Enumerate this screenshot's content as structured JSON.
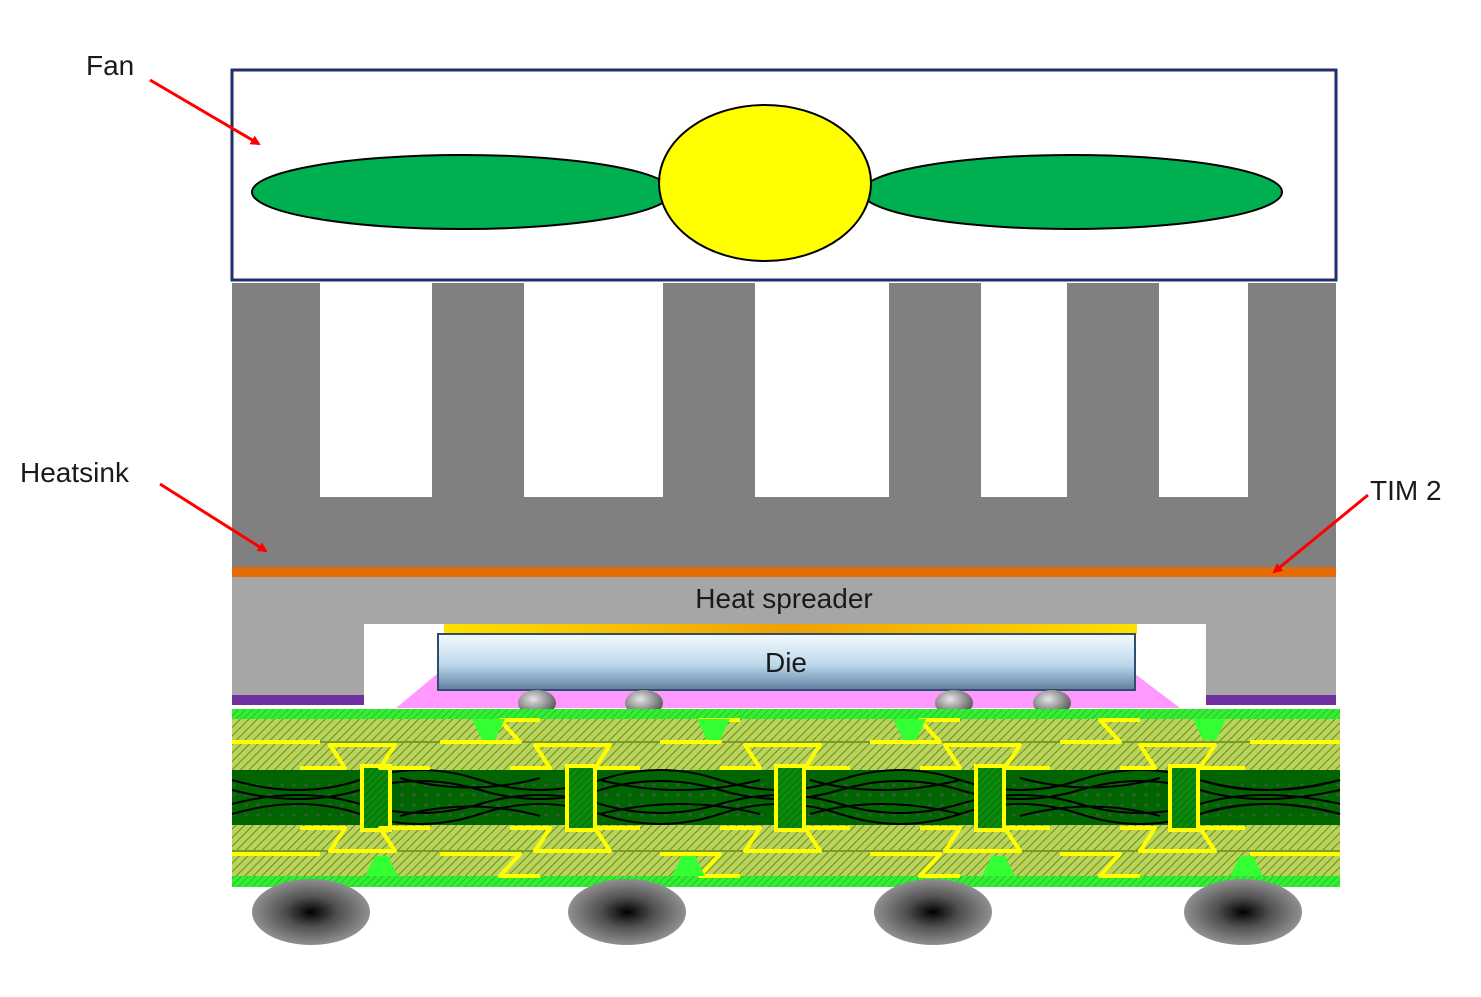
{
  "labels": {
    "fan": "Fan",
    "heatsink": "Heatsink",
    "tim2": "TIM 2",
    "heat_spreader": "Heat spreader",
    "die": "Die"
  },
  "colors": {
    "fan_frame": "#1f2f6b",
    "fan_blade": "#00b050",
    "fan_hub": "#ffff00",
    "heatsink": "#808080",
    "tim2": "#e36c09",
    "heat_spreader": "#a6a6a6",
    "die_top": "#f5fbff",
    "die_mid": "#bcd8ec",
    "die_dark": "#2f4e6e",
    "tim1": "#ffc000",
    "underfill": "#ff99ff",
    "sealant": "#7030a0",
    "substrate_light": "#92d050",
    "substrate_bright": "#33ff33",
    "substrate_core": "#006400",
    "trace": "#ffff00",
    "bga_ball": "#808080",
    "arrow": "#ff0000"
  }
}
